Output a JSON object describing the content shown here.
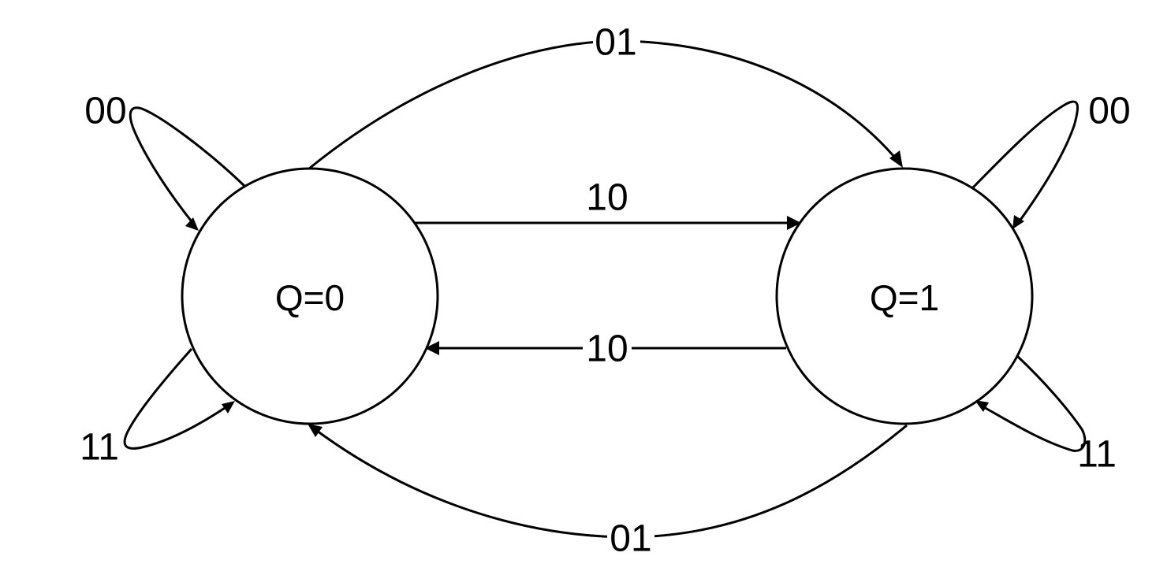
{
  "states": [
    {
      "id": "q0",
      "label": "Q=0"
    },
    {
      "id": "q1",
      "label": "Q=1"
    }
  ],
  "transitions": [
    {
      "from": "Q=0",
      "to": "Q=0",
      "label": "00"
    },
    {
      "from": "Q=0",
      "to": "Q=0",
      "label": "11"
    },
    {
      "from": "Q=1",
      "to": "Q=1",
      "label": "00"
    },
    {
      "from": "Q=1",
      "to": "Q=1",
      "label": "11"
    },
    {
      "from": "Q=0",
      "to": "Q=1",
      "label": "01"
    },
    {
      "from": "Q=0",
      "to": "Q=1",
      "label": "10"
    },
    {
      "from": "Q=1",
      "to": "Q=0",
      "label": "10"
    },
    {
      "from": "Q=1",
      "to": "Q=0",
      "label": "01"
    }
  ],
  "colors": {
    "stroke": "#000000",
    "background": "#ffffff"
  }
}
